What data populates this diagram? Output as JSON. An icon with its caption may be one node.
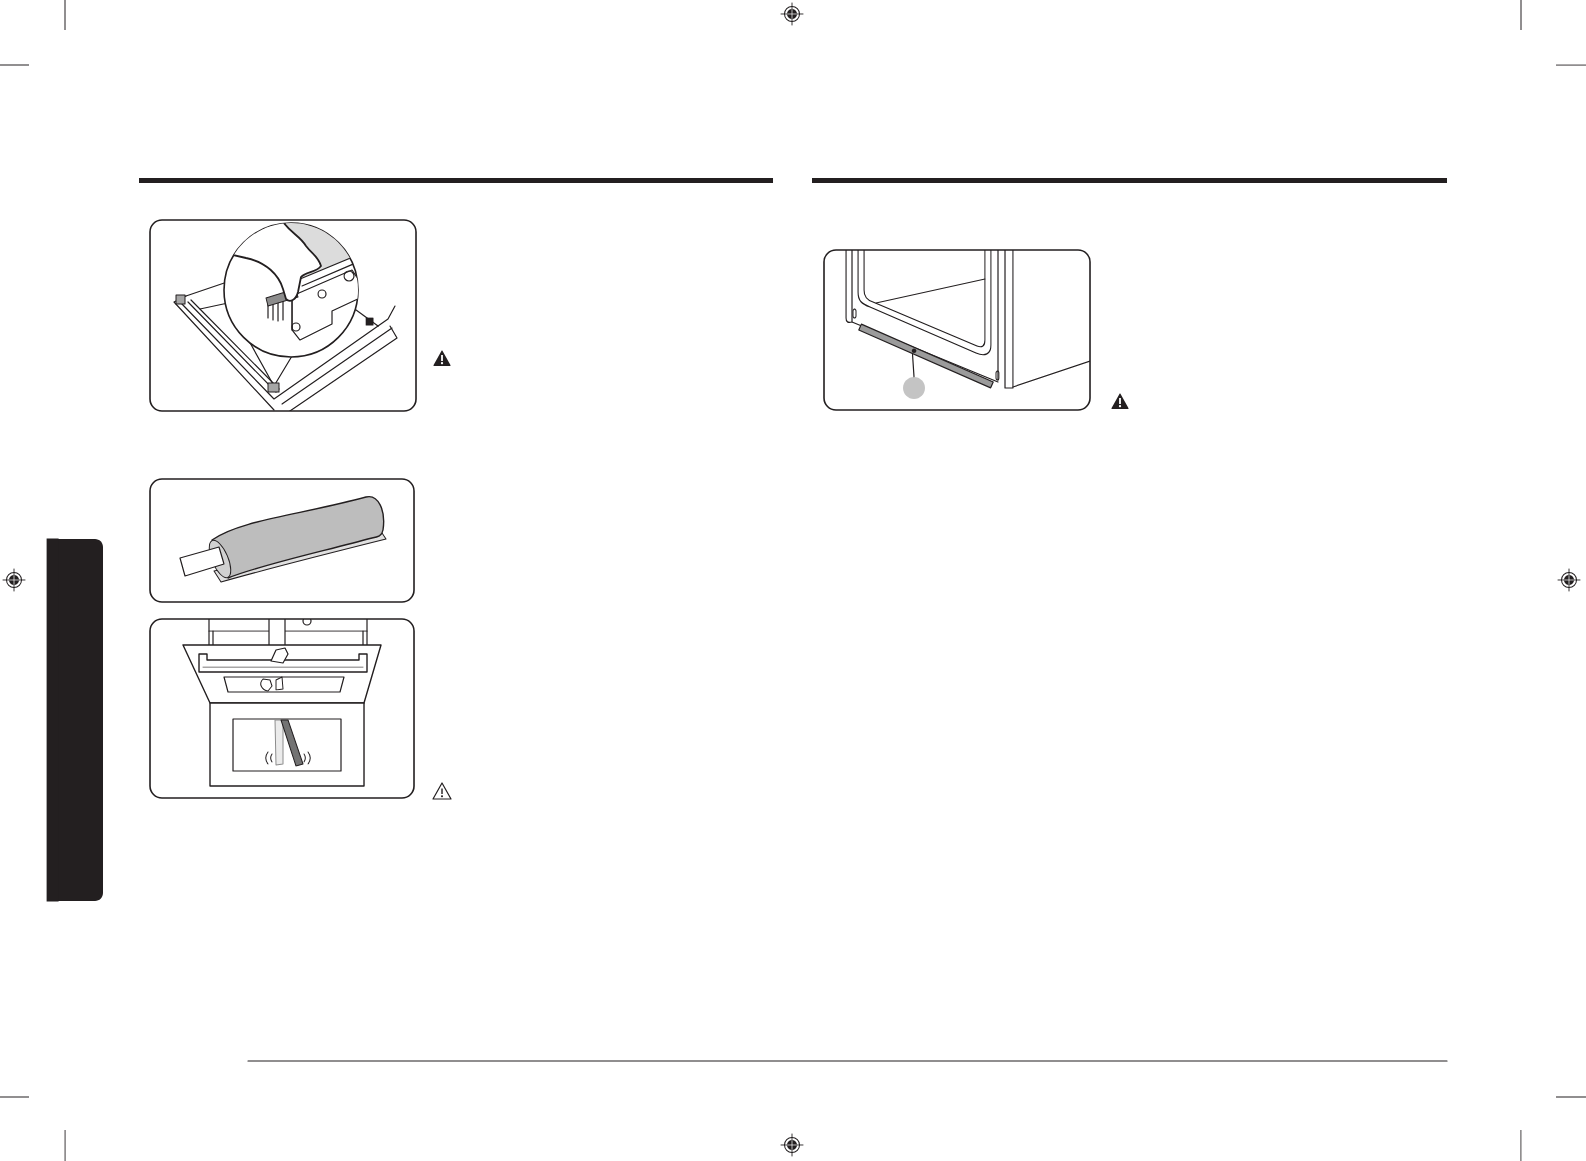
{
  "diagram": {
    "nodes": [
      {
        "text": [],
        "shape": "box"
      },
      {
        "text": [],
        "shape": "circle"
      },
      {
        "text": [],
        "shape": "bar"
      }
    ],
    "edges": [
      {
        "from": 1,
        "to": 2,
        "arrow": "none"
      }
    ]
  }
}
